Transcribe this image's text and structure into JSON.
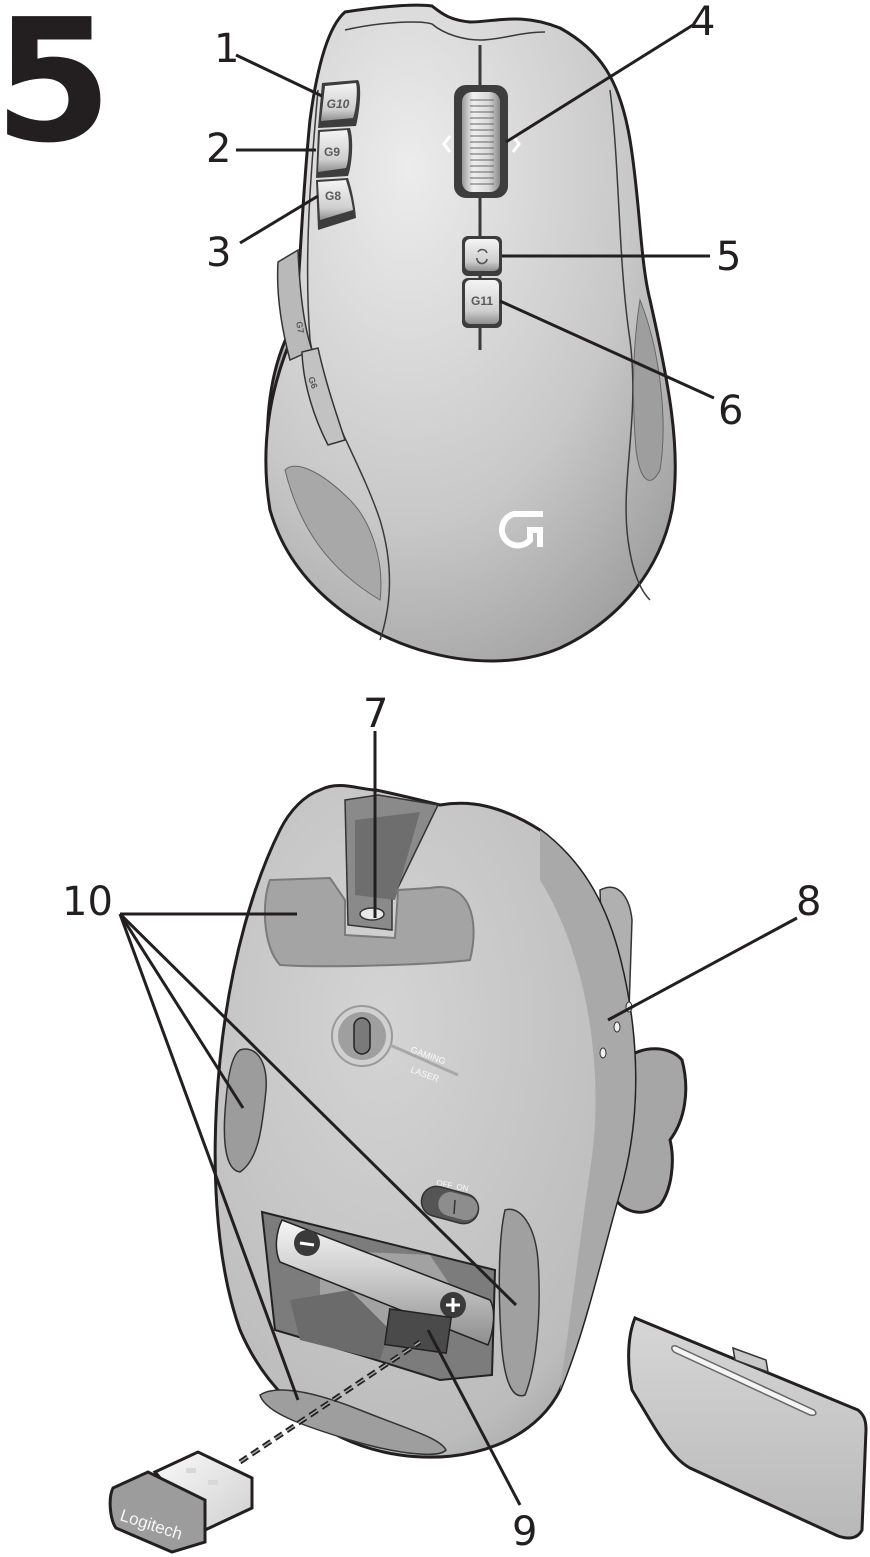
{
  "step": {
    "number": "5"
  },
  "top_view": {
    "description": "Gaming mouse, top view",
    "buttons": {
      "g10": "G10",
      "g9": "G9",
      "g8": "G8",
      "g7": "G7",
      "g6": "G6",
      "g11": "G11",
      "mode_shift_icon": "cycle-arrows-icon"
    },
    "logo": "G",
    "callouts": [
      {
        "num": "1",
        "target": "G10 button"
      },
      {
        "num": "2",
        "target": "G9 button"
      },
      {
        "num": "3",
        "target": "G8 button"
      },
      {
        "num": "4",
        "target": "Scroll wheel with tilt"
      },
      {
        "num": "5",
        "target": "Wheel mode shift button"
      },
      {
        "num": "6",
        "target": "G11 button"
      }
    ]
  },
  "bottom_view": {
    "description": "Gaming mouse, underside view",
    "sensor_label_line1": "GAMING",
    "sensor_label_line2": "LASER",
    "switch_off": "OFF",
    "switch_on": "ON",
    "battery_minus": "−",
    "battery_plus": "+",
    "receiver_brand": "Logitech",
    "callouts": [
      {
        "num": "7",
        "target": "Charging connector"
      },
      {
        "num": "8",
        "target": "Battery indicator lights"
      },
      {
        "num": "9",
        "target": "Receiver storage slot"
      },
      {
        "num": "10",
        "target": "Feet"
      }
    ]
  },
  "colors": {
    "body_light": "#e2e2e2",
    "body_mid": "#c4c4c4",
    "body_dark": "#8e8e8e",
    "outline": "#231f20",
    "text": "#231f20"
  }
}
